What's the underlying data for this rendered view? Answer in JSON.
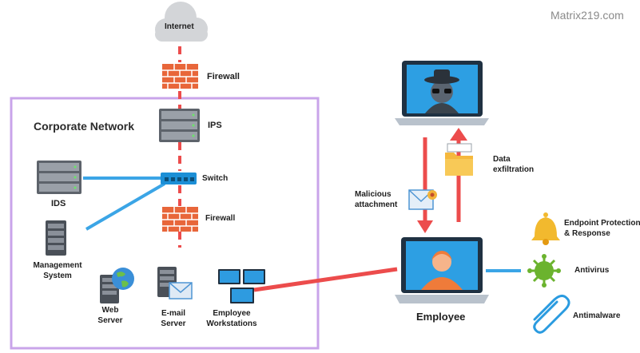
{
  "brand": "Matrix219.com",
  "corporate_network": {
    "title": "Corporate Network"
  },
  "nodes": {
    "internet": "Internet",
    "firewall_top": "Firewall",
    "ips": "IPS",
    "switch": "Switch",
    "ids": "IDS",
    "firewall_inner": "Firewall",
    "management_system": [
      "Management",
      "System"
    ],
    "web_server": [
      "Web",
      "Server"
    ],
    "email_server": [
      "E-mail",
      "Server"
    ],
    "employee_workstations": [
      "Employee",
      "Workstations"
    ]
  },
  "attack": {
    "malicious_attachment": [
      "Malicious",
      "attachment"
    ],
    "data_exfiltration": [
      "Data",
      "exfiltration"
    ]
  },
  "employee": {
    "label": "Employee"
  },
  "defenses": {
    "endpoint": [
      "Endpoint Protection",
      "& Response"
    ],
    "antivirus": "Antivirus",
    "antimalware": "Antimalware"
  },
  "colors": {
    "network_border": "#c9a4ea",
    "red_link": "#ec4c4c",
    "blue_link": "#3ba5e6",
    "firewall_brick": "#e8663a",
    "server_gray": "#8c9199"
  }
}
